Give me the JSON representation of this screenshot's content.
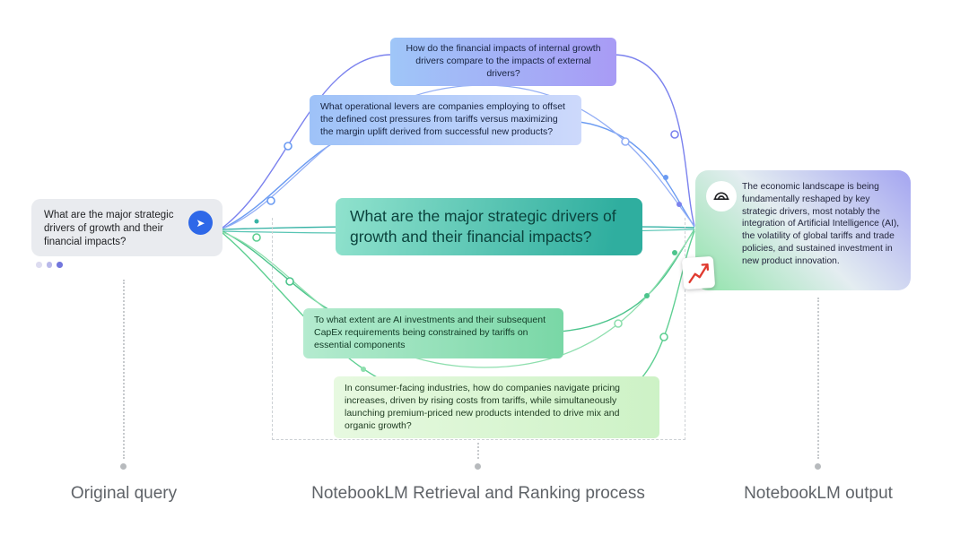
{
  "original_query": {
    "text": "What are the major strategic drivers of growth and their financial impacts?"
  },
  "retrieval": {
    "queries": [
      {
        "text": "How do the financial impacts of internal growth drivers compare to the impacts of external drivers?"
      },
      {
        "text": "What operational levers are companies employing to offset the defined cost pressures from tariffs versus maximizing the margin uplift derived from successful new products?"
      },
      {
        "text": "What are the major strategic drivers of growth and their financial impacts?"
      },
      {
        "text": "To what extent are AI investments and their subsequent CapEx requirements being constrained by tariffs on essential components"
      },
      {
        "text": "In consumer-facing industries, how do companies navigate pricing increases, driven by rising costs from tariffs, while simultaneously launching premium-priced new products intended to drive mix and organic growth?"
      }
    ]
  },
  "output": {
    "text": "The economic landscape is being fundamentally reshaped by key strategic drivers, most notably the integration of Artificial Intelligence (AI), the volatility of global tariffs and trade policies, and sustained investment in new product innovation."
  },
  "captions": {
    "left": "Original query",
    "center": "NotebookLM Retrieval and Ranking process",
    "right": "NotebookLM output"
  },
  "icons": {
    "send_glyph": "➤"
  },
  "colors": {
    "send_button": "#2e68e8",
    "blue_line": "#6b9bf2",
    "purple_line": "#7b82ee",
    "teal_line": "#38b3a6",
    "green_line": "#4cc48c",
    "light_green_line": "#8edfae",
    "caption_gray": "#5f6368"
  }
}
